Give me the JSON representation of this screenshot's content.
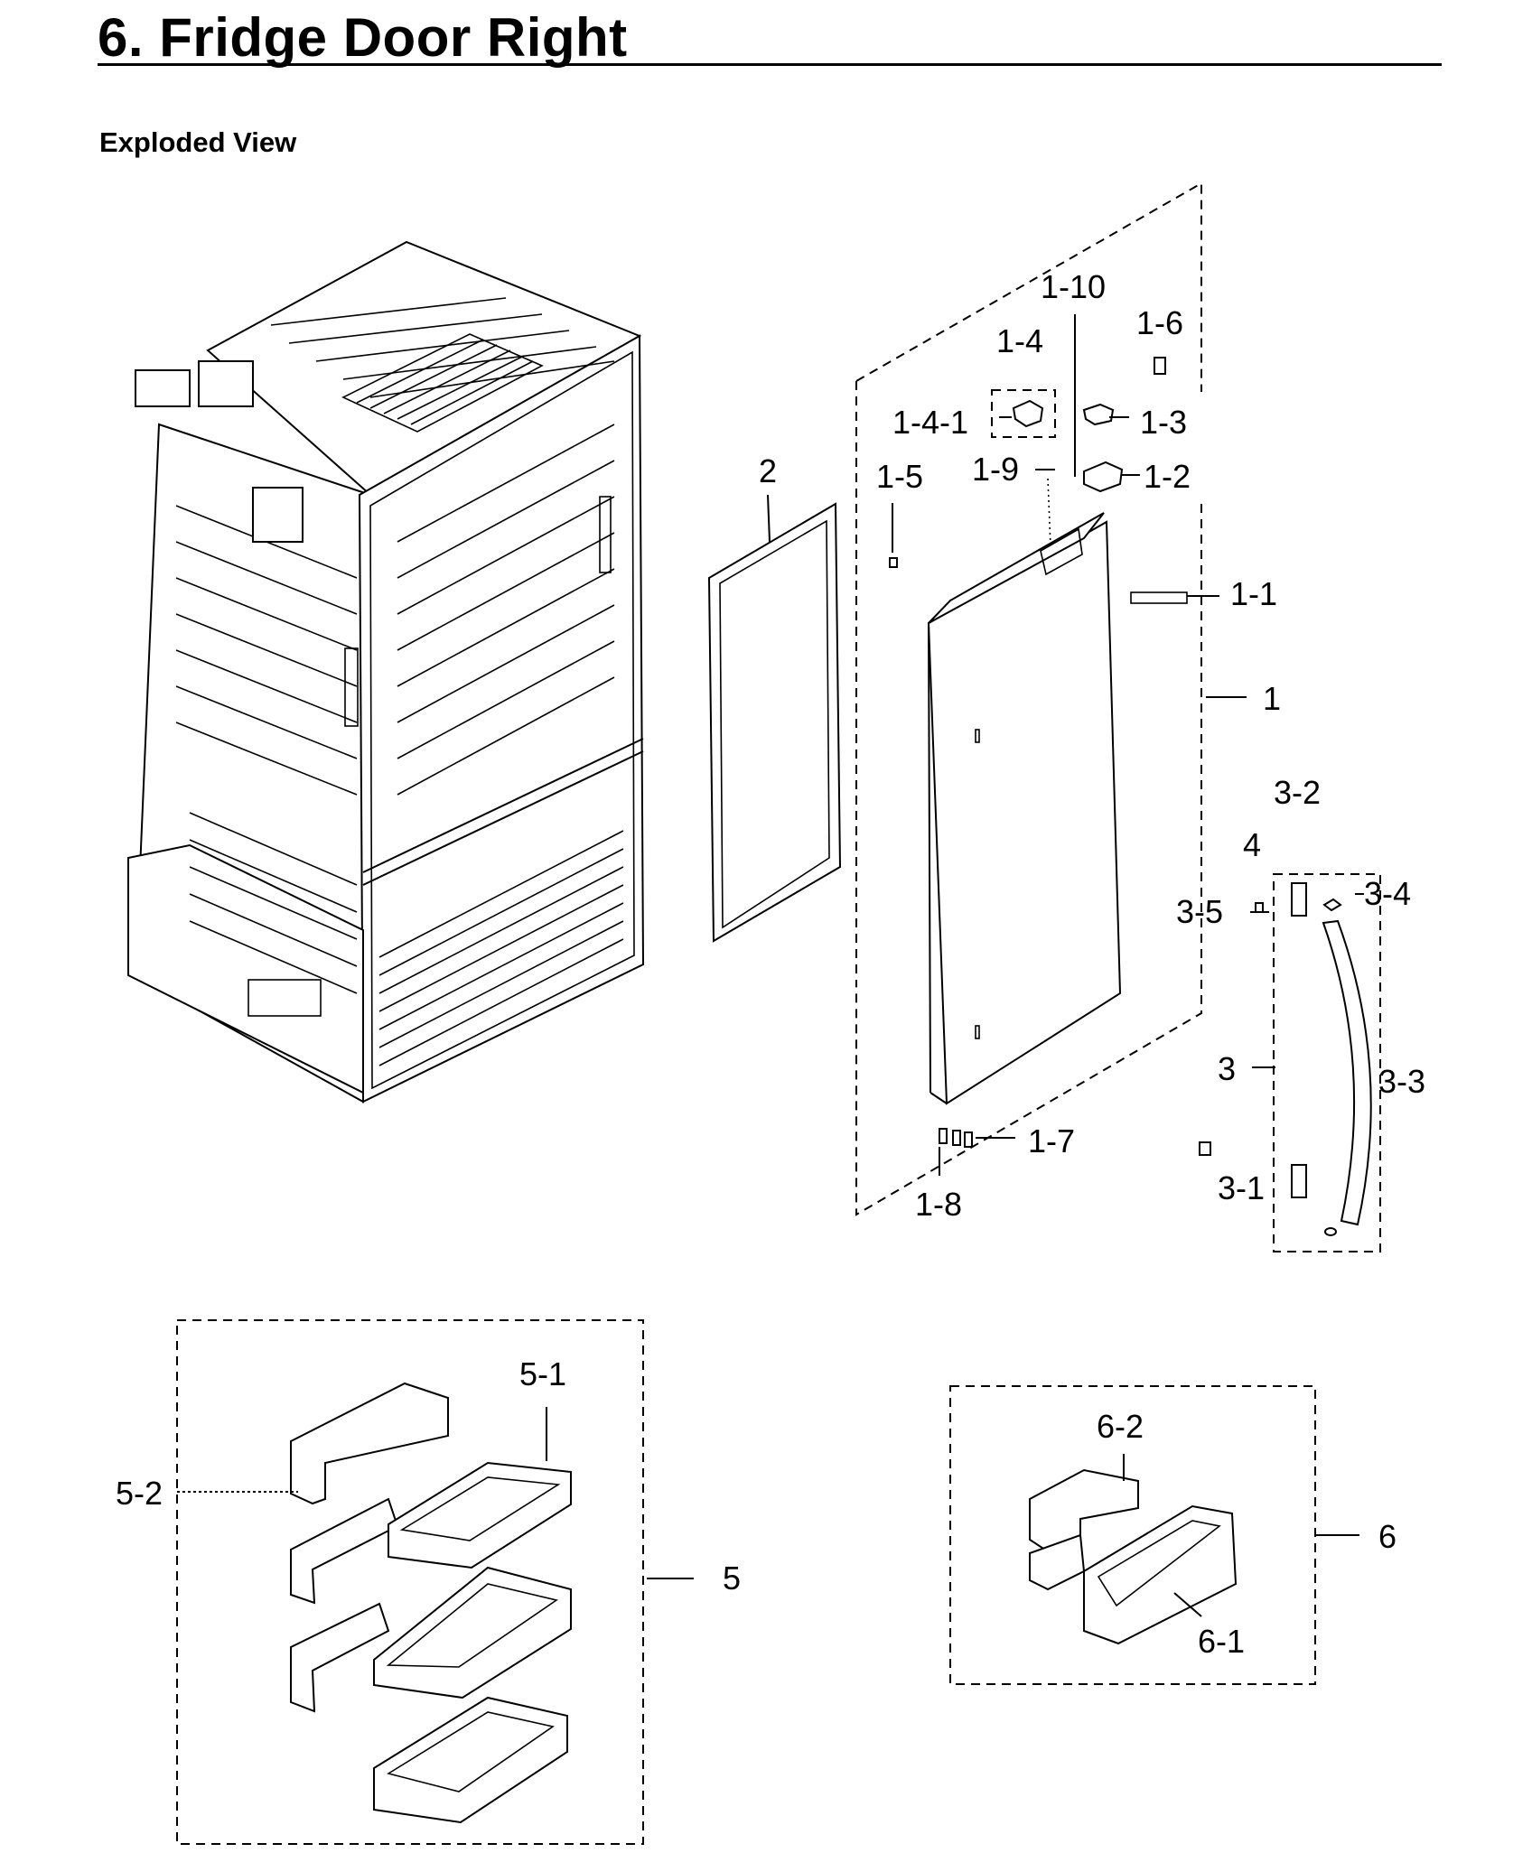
{
  "page": {
    "title": "6.  Fridge Door Right",
    "section": "Exploded View"
  },
  "labels": {
    "p1_10": "1-10",
    "p1_6": "1-6",
    "p1_4": "1-4",
    "p1_4_1": "1-4-1",
    "p1_3": "1-3",
    "p2": "2",
    "p1_5": "1-5",
    "p1_9": "1-9",
    "p1_2": "1-2",
    "p1_1": "1-1",
    "p1": "1",
    "p3_2": "3-2",
    "p4": "4",
    "p3_5": "3-5",
    "p3_4": "3-4",
    "p3": "3",
    "p3_3": "3-3",
    "p1_7": "1-7",
    "p3_1": "3-1",
    "p1_8": "1-8",
    "p5_1": "5-1",
    "p5_2": "5-2",
    "p5": "5",
    "p6_2": "6-2",
    "p6": "6",
    "p6_1": "6-1"
  }
}
